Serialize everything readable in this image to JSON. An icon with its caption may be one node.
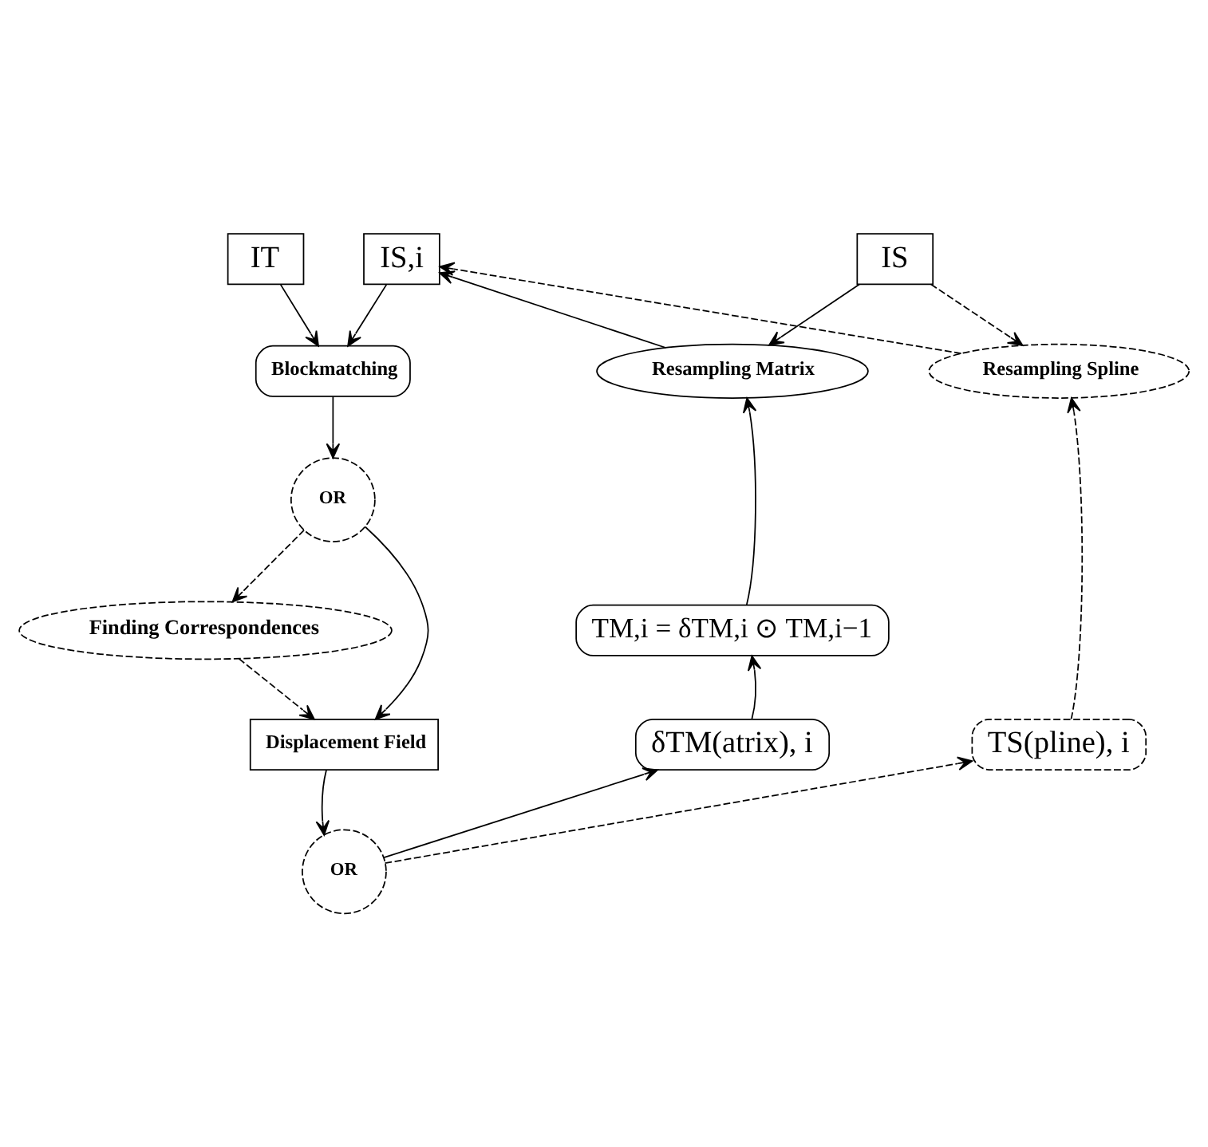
{
  "diagram": {
    "nodes": [
      {
        "text": [
          "IT"
        ]
      },
      {
        "text": [
          "IS,i"
        ]
      },
      {
        "text": [
          "IS"
        ]
      },
      {
        "text": [
          "Blockmatching"
        ]
      },
      {
        "text": [
          "Resampling Matrix"
        ]
      },
      {
        "text": [
          "Resampling Spline"
        ]
      },
      {
        "text": [
          "OR"
        ]
      },
      {
        "text": [
          "Finding Correspondences"
        ]
      },
      {
        "text": [
          "TM,i = δTM,i ⊙ TM,i−1"
        ]
      },
      {
        "text": [
          "Displacement Field"
        ]
      },
      {
        "text": [
          "TS(pline), i"
        ]
      },
      {
        "text": [
          "δTM(atrix), i"
        ]
      },
      {
        "text": [
          "OR"
        ]
      }
    ],
    "edges": [
      {
        "from": 0,
        "to": 3,
        "arrow": "to"
      },
      {
        "from": 1,
        "to": 3,
        "arrow": "to"
      },
      {
        "from": 2,
        "to": 4,
        "arrow": "to"
      },
      {
        "from": 2,
        "to": 5,
        "arrow": "to",
        "style": "dashed"
      },
      {
        "from": 4,
        "to": 1,
        "arrow": "to"
      },
      {
        "from": 5,
        "to": 1,
        "arrow": "to",
        "style": "dashed"
      },
      {
        "from": 3,
        "to": 6,
        "arrow": "to"
      },
      {
        "from": 6,
        "to": 7,
        "arrow": "to",
        "style": "dashed"
      },
      {
        "from": 6,
        "to": 9,
        "arrow": "to"
      },
      {
        "from": 7,
        "to": 9,
        "arrow": "to",
        "style": "dashed"
      },
      {
        "from": 9,
        "to": 12,
        "arrow": "to"
      },
      {
        "from": 12,
        "to": 11,
        "arrow": "to"
      },
      {
        "from": 12,
        "to": 10,
        "arrow": "to",
        "style": "dashed"
      },
      {
        "from": 11,
        "to": 8,
        "arrow": "to"
      },
      {
        "from": 8,
        "to": 4,
        "arrow": "to"
      },
      {
        "from": 10,
        "to": 5,
        "arrow": "to",
        "style": "dashed"
      }
    ]
  }
}
